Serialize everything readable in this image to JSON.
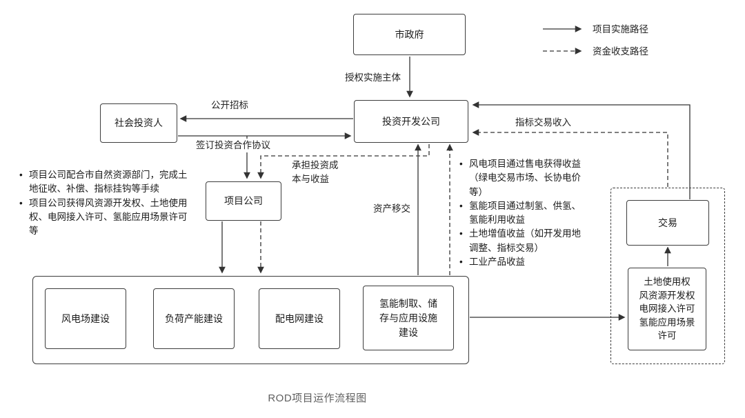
{
  "caption": "ROD项目运作流程图",
  "bullet": "•",
  "legend": {
    "solid_label": "项目实施路径",
    "dashed_label": "资金收支路径"
  },
  "nodes": {
    "government": "市政府",
    "investment_company": "投资开发公司",
    "social_investor": "社会投资人",
    "project_company": "项目公司",
    "wind_farm": "风电场建设",
    "load_capacity": "负荷产能建设",
    "distribution_grid": "配电网建设",
    "hydrogen_facility": "氢能制取、储存与应用设施建设",
    "trading": "交易",
    "permits_lines": [
      "土地使用权",
      "风资源开发权",
      "电网接入许可",
      "氢能应用场景许可"
    ]
  },
  "edge_labels": {
    "authorize": "授权实施主体",
    "public_bidding": "公开招标",
    "sign_agreement": "签订投资合作协议",
    "bear_cost": "承担投资成本与收益",
    "asset_transfer": "资产移交",
    "quota_income": "指标交易收入"
  },
  "notes_left": {
    "items": [
      "项目公司配合市自然资源部门，完成土地征收、补偿、指标挂钩等手续",
      "项目公司获得风资源开发权、土地使用权、电网接入许可、氢能应用场景许可等"
    ]
  },
  "notes_right": {
    "items": [
      "风电项目通过售电获得收益（绿电交易市场、长协电价等）",
      "氢能项目通过制氢、供氢、氢能利用收益",
      "土地增值收益（如开发用地调整、指标交易）",
      "工业产品收益"
    ]
  },
  "colors": {
    "line": "#333333",
    "border": "#3c3c3c",
    "caption": "#5f5f5f"
  }
}
